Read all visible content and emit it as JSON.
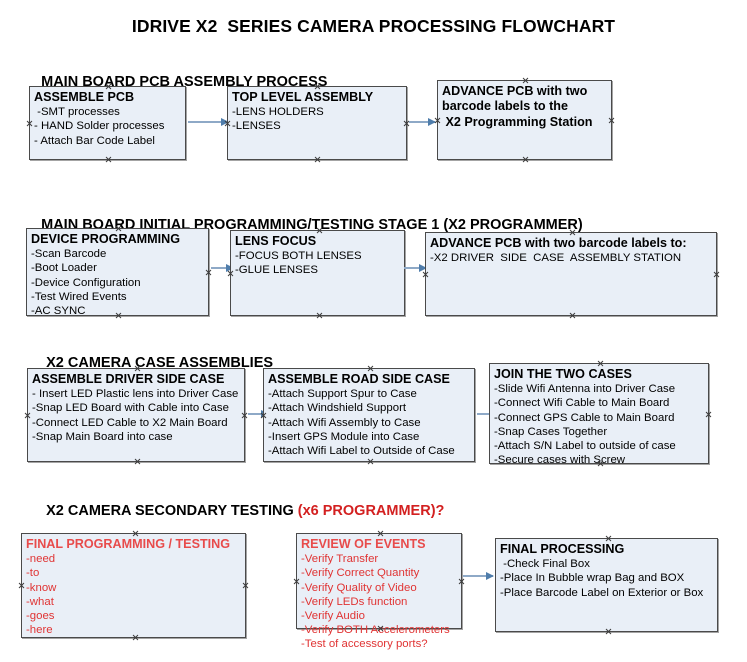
{
  "document": {
    "title": "IDRIVE X2  SERIES CAMERA PROCESSING FLOWCHART"
  },
  "colors": {
    "box_fill": "#e9eff7",
    "box_border": "#4a4a4a",
    "connector": "#8ea9c7",
    "arrow": "#4f7dab",
    "accent_red": "#e03434",
    "text": "#000000"
  },
  "sections": [
    {
      "id": "main-board-pcb-assembly-process",
      "heading": "MAIN BOARD PCB ASSEMBLY PROCESS",
      "heading_accent": "",
      "nodes": [
        {
          "id": "assemble-pcb",
          "title": "ASSEMBLE PCB",
          "lines": [
            " -SMT processes",
            "- HAND Solder processes",
            "- Attach Bar Code Label"
          ]
        },
        {
          "id": "top-level-assembly",
          "title": "TOP LEVEL ASSEMBLY",
          "lines": [
            "-LENS HOLDERS",
            "-LENSES"
          ]
        },
        {
          "id": "advance-pcb-to-programming-station",
          "title": "ADVANCE PCB with two",
          "lines": [
            "barcode labels to the",
            " X2 Programming Station"
          ]
        }
      ]
    },
    {
      "id": "main-board-initial-programming",
      "heading": "MAIN BOARD INITIAL PROGRAMMING/TESTING STAGE 1 (X2 PROGRAMMER)",
      "heading_accent": "",
      "nodes": [
        {
          "id": "device-programming",
          "title": "DEVICE PROGRAMMING",
          "lines": [
            "-Scan Barcode",
            "-Boot Loader",
            "-Device Configuration",
            "-Test Wired Events",
            "-AC SYNC"
          ]
        },
        {
          "id": "lens-focus",
          "title": "LENS FOCUS",
          "lines": [
            "-FOCUS BOTH LENSES",
            "-GLUE LENSES"
          ]
        },
        {
          "id": "advance-pcb-to-driver-side-case",
          "title": "ADVANCE PCB with two barcode labels to:",
          "lines": [
            "-X2 DRIVER  SIDE  CASE  ASSEMBLY STATION"
          ]
        }
      ]
    },
    {
      "id": "x2-camera-case-assemblies",
      "heading": "X2 CAMERA CASE ASSEMBLIES",
      "heading_accent": "",
      "nodes": [
        {
          "id": "assemble-driver-side-case",
          "title": "ASSEMBLE DRIVER SIDE CASE",
          "lines": [
            "- Insert LED Plastic lens into Driver Case",
            "-Snap LED Board with Cable into Case",
            "-Connect LED Cable to X2 Main Board",
            "-Snap Main Board into case"
          ]
        },
        {
          "id": "assemble-road-side-case",
          "title": "ASSEMBLE ROAD SIDE CASE",
          "lines": [
            "-Attach Support Spur to Case",
            "-Attach Windshield Support",
            "-Attach Wifi Assembly to Case",
            "-Insert GPS Module into Case",
            "-Attach Wifi Label to Outside of Case"
          ]
        },
        {
          "id": "join-the-two-cases",
          "title": "JOIN THE TWO CASES",
          "lines": [
            "-Slide Wifi Antenna into Driver Case",
            "-Connect Wifi Cable to Main Board",
            "-Connect GPS Cable to Main Board",
            "-Snap Cases Together",
            "-Attach S/N Label to outside of case",
            "-Secure cases with Screw"
          ]
        }
      ]
    },
    {
      "id": "x2-camera-secondary-testing",
      "heading": "X2 CAMERA SECONDARY TESTING ",
      "heading_accent": "(x6 PROGRAMMER)?",
      "nodes": [
        {
          "id": "final-programming-testing",
          "title": "FINAL PROGRAMMING / TESTING",
          "lines": [
            "-need",
            "-to",
            "-know",
            "-what",
            "-goes",
            "-here"
          ]
        },
        {
          "id": "review-of-events",
          "title": "REVIEW OF EVENTS",
          "lines": [
            "-Verify Transfer",
            "-Verify Correct Quantity",
            "-Verify Quality of Video",
            "-Verify LEDs function",
            "-Verify Audio",
            "-Verify BOTH Accelerometers",
            "-Test of accessory ports?"
          ]
        },
        {
          "id": "final-processing",
          "title": "FINAL PROCESSING",
          "lines": [
            " -Check Final Box",
            "-Place In Bubble wrap Bag and BOX",
            "-Place Barcode Label on Exterior or Box"
          ]
        }
      ]
    }
  ]
}
